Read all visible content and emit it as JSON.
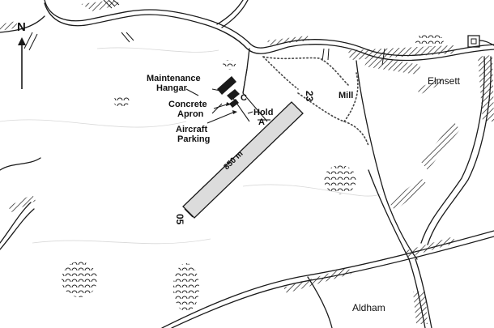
{
  "map": {
    "north_label": "N",
    "labels": {
      "maintenance_hangar_line1": "Maintenance",
      "maintenance_hangar_line2": "Hangar",
      "concrete_apron_line1": "Concrete",
      "concrete_apron_line2": "Apron",
      "aircraft_parking_line1": "Aircraft",
      "aircraft_parking_line2": "Parking",
      "taxiway_c": "C",
      "hold_a_line1": "Hold",
      "hold_a_line2": "A",
      "mill": "Mill",
      "elmsett": "Elmsett",
      "aldham": "Aldham",
      "runway_05": "05",
      "runway_23": "23",
      "runway_length": "850 m"
    },
    "colors": {
      "ink": "#1a1a1a",
      "runway_fill": "#dcdcdc",
      "background": "#ffffff"
    },
    "icons": [
      "north-arrow-icon",
      "building-icon",
      "woodland-icon",
      "settlement-icon"
    ]
  }
}
